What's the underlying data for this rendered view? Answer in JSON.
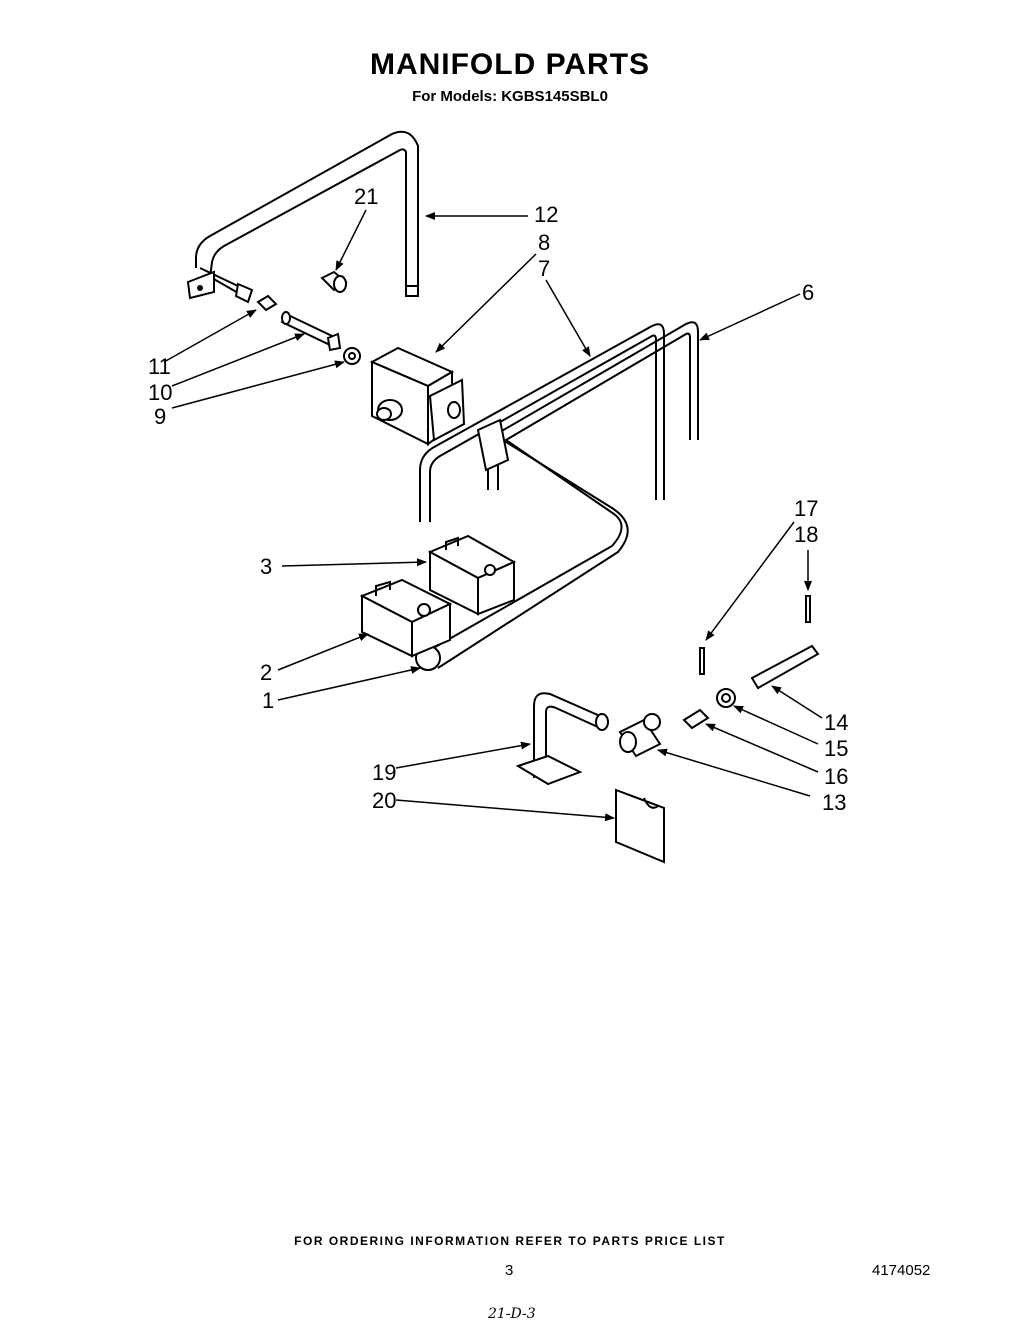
{
  "header": {
    "title": "MANIFOLD PARTS",
    "subtitle": "For Models: KGBS145SBL0"
  },
  "callouts": [
    {
      "label": "1"
    },
    {
      "label": "2"
    },
    {
      "label": "3"
    },
    {
      "label": "6"
    },
    {
      "label": "7"
    },
    {
      "label": "8"
    },
    {
      "label": "9"
    },
    {
      "label": "10"
    },
    {
      "label": "11"
    },
    {
      "label": "12"
    },
    {
      "label": "13"
    },
    {
      "label": "14"
    },
    {
      "label": "15"
    },
    {
      "label": "16"
    },
    {
      "label": "17"
    },
    {
      "label": "18"
    },
    {
      "label": "19"
    },
    {
      "label": "20"
    },
    {
      "label": "21"
    }
  ],
  "footer": {
    "ordering_note": "FOR ORDERING INFORMATION REFER TO PARTS PRICE LIST",
    "page_number": "3",
    "document_number": "4174052",
    "handwritten_mark": "21-D-3"
  }
}
